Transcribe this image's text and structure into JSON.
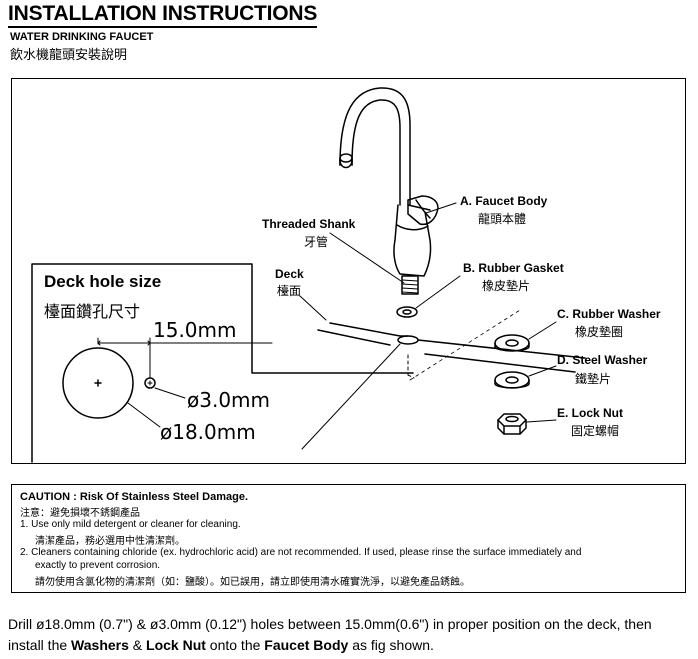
{
  "header": {
    "title": "INSTALLATION INSTRUCTIONS",
    "subtitle": "WATER DRINKING FAUCET",
    "subtitle_zh": "飲水機龍頭安裝說明"
  },
  "diagram": {
    "deck_hole": {
      "title": "Deck hole size",
      "title_zh": "檯面鑽孔尺寸",
      "spacing": "15.0mm",
      "small_dia": "ø3.0mm",
      "large_dia": "ø18.0mm"
    },
    "labels": {
      "threaded_shank": "Threaded Shank",
      "threaded_shank_zh": "牙管",
      "deck": "Deck",
      "deck_zh": "檯面",
      "faucet_body": "A. Faucet Body",
      "faucet_body_zh": "龍頭本體",
      "rubber_gasket": "B. Rubber Gasket",
      "rubber_gasket_zh": "橡皮墊片",
      "rubber_washer": "C. Rubber Washer",
      "rubber_washer_zh": "橡皮墊圈",
      "steel_washer": "D. Steel Washer",
      "steel_washer_zh": "鐵墊片",
      "lock_nut": "E. Lock Nut",
      "lock_nut_zh": "固定螺帽"
    }
  },
  "caution": {
    "heading": "CAUTION : Risk Of Stainless Steel Damage.",
    "heading_zh": "注意：避免損壞不銹鋼產品",
    "item1": "1.  Use only mild detergent or cleaner for cleaning.",
    "item1_zh": "清潔產品，務必選用中性清潔劑。",
    "item2_line1": "2.  Cleaners containing chloride (ex. hydrochloric acid) are not recommended.  If used, please rinse the surface immediately and",
    "item2_line2": "exactly to prevent corrosion.",
    "item2_zh": "請勿使用含氯化物的清潔劑（如：鹽酸）。如已誤用，請立即使用清水確實洗淨，以避免產品銹蝕。"
  },
  "instruction": {
    "part1": "Drill ",
    "part2": "ø18.0mm (0.7\") & ø3.0mm (0.12\") holes between 15.0mm(0.6\") in proper position on the deck, then install the ",
    "washers": "Washers",
    "amp": " & ",
    "lock_nut": "Lock Nut",
    "part3": " onto the ",
    "faucet_body": "Faucet Body",
    "part4": " as fig shown."
  }
}
